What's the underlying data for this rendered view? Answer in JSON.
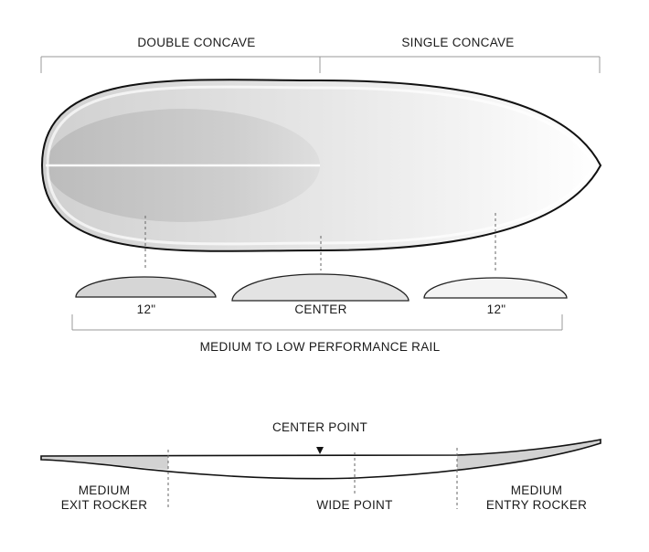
{
  "concave": {
    "double_label": "DOUBLE CONCAVE",
    "single_label": "SINGLE CONCAVE"
  },
  "rail": {
    "left_label": "12\"",
    "center_label": "CENTER",
    "right_label": "12\"",
    "caption": "MEDIUM TO LOW PERFORMANCE RAIL"
  },
  "rocker": {
    "center_point_label": "CENTER POINT",
    "exit_line1": "MEDIUM",
    "exit_line2": "EXIT ROCKER",
    "wide_point_label": "WIDE POINT",
    "entry_line1": "MEDIUM",
    "entry_line2": "ENTRY ROCKER"
  }
}
